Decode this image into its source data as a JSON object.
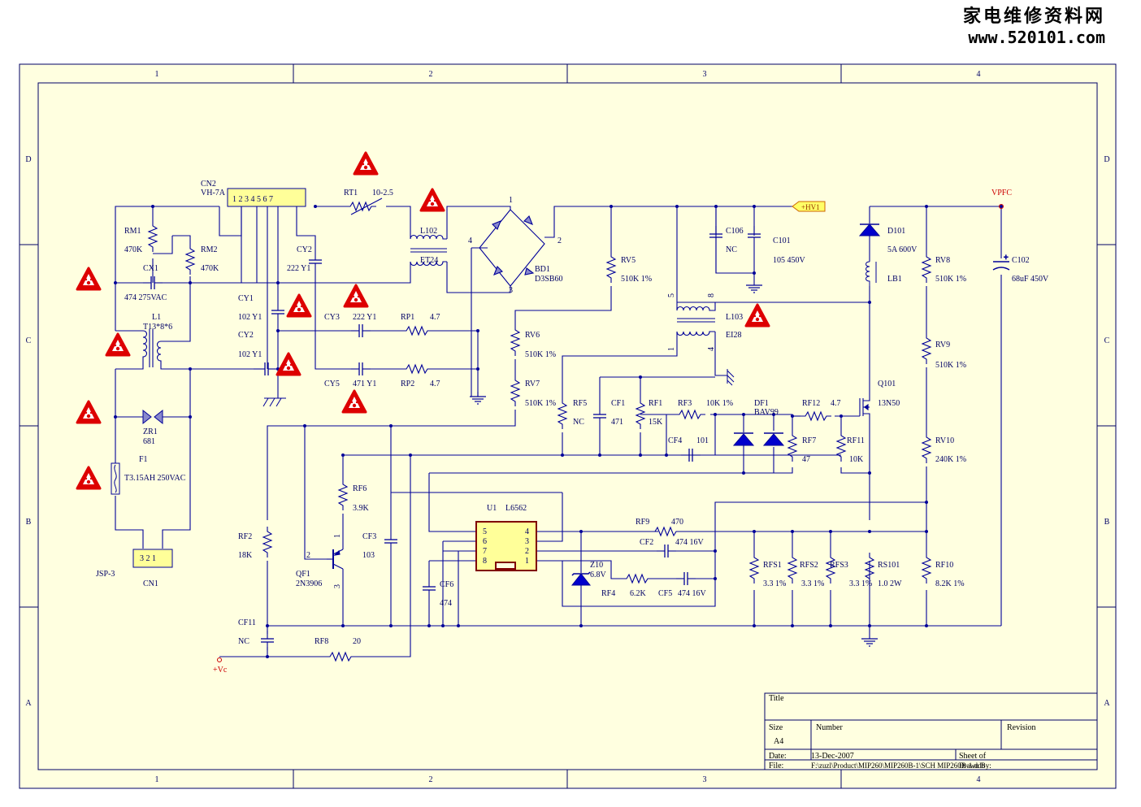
{
  "watermark": {
    "title": "家电维修资料网",
    "url": "www.520101.com"
  },
  "grid": {
    "cols": [
      "1",
      "2",
      "3",
      "4"
    ],
    "rows": [
      "D",
      "C",
      "B",
      "A"
    ]
  },
  "labels": {
    "CN2": "CN2",
    "VH7A": "VH-7A",
    "cn2pins": "1 2 3 4 5 6 7",
    "RT1": "RT1",
    "RT1v": "10-2.5",
    "RM1": "RM1",
    "RM1v": "470K",
    "RM2": "RM2",
    "RM2v": "470K",
    "CX1": "CX1",
    "CX1v": "474 275VAC",
    "L1": "L1",
    "L1v": "T13*8*6",
    "ZR1": "ZR1",
    "ZR1v": "681",
    "F1": "F1",
    "F1v": "T3.15AH 250VAC",
    "JSP3": "JSP-3",
    "CN1": "CN1",
    "cn1pins": "3 2 1",
    "CY2a": "CY2",
    "CY2av": "222 Y1",
    "CY1": "CY1",
    "CY1v": "102 Y1",
    "CY2b": "CY2",
    "CY2bv": "102 Y1",
    "CY3": "CY3",
    "CY3v": "222 Y1",
    "CY5": "CY5",
    "CY5v": "471 Y1",
    "RP1": "RP1",
    "RP1v": "4.7",
    "RP2": "RP2",
    "RP2v": "4.7",
    "L102": "L102",
    "ET24": "ET24",
    "BD1": "BD1",
    "D3SB60": "D3SB60",
    "RV5": "RV5",
    "RV5v": "510K  1%",
    "RV6": "RV6",
    "RV6v": "510K  1%",
    "RV7": "RV7",
    "RV7v": "510K  1%",
    "C106": "C106",
    "C106v": "NC",
    "C101": "C101",
    "C101v": "105 450V",
    "HV1": "+HV1",
    "L103": "L103",
    "EI28": "EI28",
    "D101": "D101",
    "D101v": "5A 600V",
    "LB1": "LB1",
    "VPFC": "VPFC",
    "RV8": "RV8",
    "RV8v": "510K 1%",
    "RV9": "RV9",
    "RV9v": "510K 1%",
    "RV10": "RV10",
    "RV10v": "240K 1%",
    "C102": "C102",
    "C102v": "68uF 450V",
    "Q101": "Q101",
    "Q101v": "13N50",
    "RF5": "RF5",
    "RF5v": "NC",
    "CF1": "CF1",
    "CF1v": "471",
    "RF1": "RF1",
    "RF1v": "15K",
    "RF3": "RF3",
    "RF3v": "10K  1%",
    "CF4": "CF4",
    "CF4v": "101",
    "DF1": "DF1",
    "DF1v": "BAV99",
    "RF12": "RF12",
    "RF12v": "4.7",
    "RF7": "RF7",
    "RF7v": "47",
    "RF11": "RF11",
    "RF11v": "10K",
    "RF6": "RF6",
    "RF6v": "3.9K",
    "CF3": "CF3",
    "CF3v": "103",
    "U1": "U1",
    "L6562": "L6562",
    "RF9": "RF9",
    "RF9v": "470",
    "CF2": "CF2",
    "CF2v": "474 16V",
    "Z10": "Z10",
    "Z10v": "6.8V",
    "RF4": "RF4",
    "RF4v": "6.2K",
    "CF5": "CF5",
    "CF5v": "474 16V",
    "RF2": "RF2",
    "RF2v": "18K",
    "QF1": "QF1",
    "QF1v": "2N3906",
    "CF6": "CF6",
    "CF6v": "474",
    "RFS1": "RFS1",
    "RFS1v": "3.3 1%",
    "RFS2": "RFS2",
    "RFS2v": "3.3 1%",
    "RFS3": "RFS3",
    "RFS3v": "3.3 1%",
    "RS101": "RS101",
    "RS101v": "1.0 2W",
    "RF10": "RF10",
    "RF10v": "8.2K 1%",
    "CF11": "CF11",
    "CF11v": "NC",
    "RF8": "RF8",
    "RF8v": "20",
    "Vc": "+Vc"
  },
  "titleblock": {
    "title_label": "Title",
    "size_label": "Size",
    "size_value": "A4",
    "number_label": "Number",
    "revision_label": "Revision",
    "date_label": "Date:",
    "date_value": "13-Dec-2007",
    "sheet_label": "Sheet    of",
    "file_label": "File:",
    "file_value": "F:\\zuzl\\Product\\MIP260\\MIP260B-1\\SCH MIP260B-1.ddb",
    "drawnby_label": "Drawn By:"
  },
  "colors": {
    "border": "#000066",
    "background": "#ffffe0",
    "wire": "#000099",
    "warning": "#dd0000",
    "ic": "#800000"
  }
}
